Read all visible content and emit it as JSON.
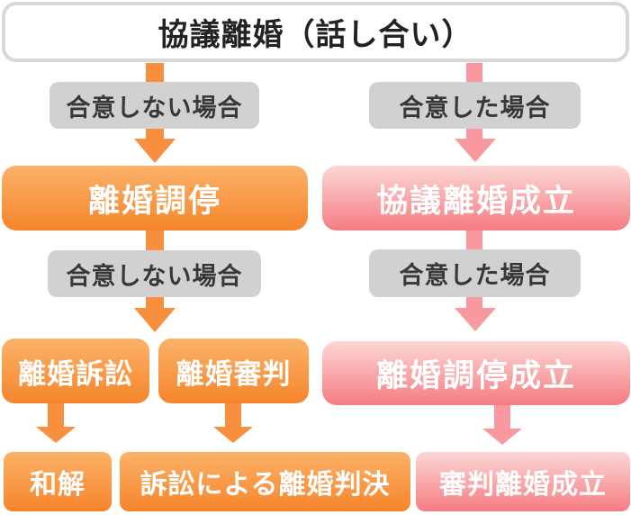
{
  "title": "協議離婚（話し合い）",
  "left": {
    "condition1": "合意しない場合",
    "step1": "離婚調停",
    "condition2": "合意しない場合",
    "step2a": "離婚訴訟",
    "step2b": "離婚審判",
    "outcome_a": "和解",
    "outcome_b": "訴訟による離婚判決"
  },
  "right": {
    "condition1": "合意した場合",
    "step1": "協議離婚成立",
    "condition2": "合意した場合",
    "step2": "離婚調停成立",
    "outcome": "審判離婚成立"
  },
  "colors": {
    "orange_gradient_top": "#fbb269",
    "orange_gradient_bottom": "#f6852c",
    "orange_arrow": "#f78f3e",
    "pink_gradient_top": "#fcd7d5",
    "pink_gradient_bottom": "#f57c82",
    "pink_arrow": "#fa98a0",
    "condition_bg": "#d1d1d1",
    "condition_text": "#383838",
    "title_border": "#d8d8d8",
    "title_text": "#222222",
    "node_text": "#ffffff"
  }
}
